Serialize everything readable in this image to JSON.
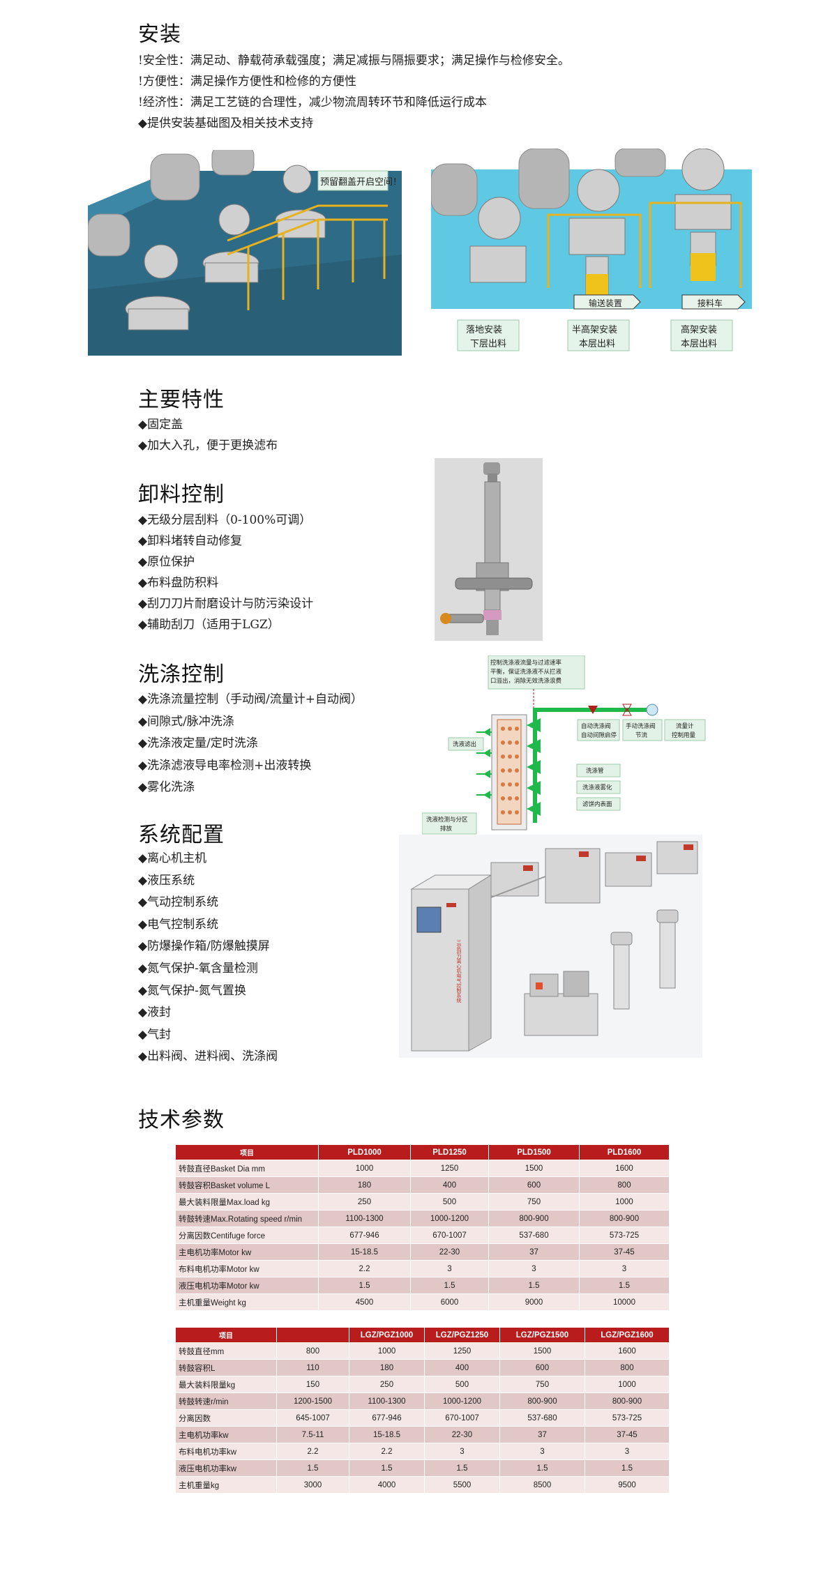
{
  "install": {
    "title": "安装",
    "lines": [
      "!安全性：满足动、静载荷承载强度；满足减振与隔振要求；满足操作与检修安全。",
      "!方便性：满足操作方便性和检修的方便性",
      "!经济性：满足工艺链的合理性，减少物流周转环节和降低运行成本",
      "◆提供安装基础图及相关技术支持"
    ],
    "figure_callout": "预留翻盖开启空间！",
    "figure_tags": {
      "conveyor": "输送装置",
      "cart": "接料车",
      "floor_1": "落地安装",
      "floor_2": "下层出料",
      "half_1": "半高架安装",
      "half_2": "本层出料",
      "high_1": "高架安装",
      "high_2": "本层出料"
    }
  },
  "features": {
    "title": "主要特性",
    "lines": [
      "◆固定盖",
      "◆加大入孔，便于更换滤布"
    ]
  },
  "discharge": {
    "title": "卸料控制",
    "lines": [
      "◆无级分层刮料（0-100%可调）",
      "◆卸料堵转自动修复",
      "◆原位保护",
      "◆布料盘防积料",
      "◆刮刀刀片耐磨设计与防污染设计",
      "◆辅助刮刀（适用于LGZ）"
    ]
  },
  "washing": {
    "title": "洗涤控制",
    "lines": [
      "◆洗涤流量控制（手动阀/流量计+自动阀）",
      "◆间隙式/脉冲洗涤",
      "◆洗涤液定量/定时洗涤",
      "◆洗涤滤液导电率检测+出液转换",
      "◆雾化洗涤"
    ],
    "diagram": {
      "top_note_1": "控制洗涤液流量与过滤速率",
      "top_note_2": "平衡，保证洗涤液不从拦液",
      "top_note_3": "口溢出，消除无效洗涤浪费",
      "auto_valve_1": "自动洗涤阀",
      "auto_valve_2": "自动间隙启停",
      "manual_valve_1": "手动洗涤阀",
      "manual_valve_2": "节流",
      "flowmeter_1": "流量计",
      "flowmeter_2": "控制用量",
      "filtrate": "洗液滤出",
      "pipe": "洗涤管",
      "spray": "洗涤液雾化",
      "cake": "滤饼内表面",
      "detect_1": "洗液检测与分区",
      "detect_2": "排放"
    }
  },
  "system": {
    "title": "系统配置",
    "lines": [
      "◆离心机主机",
      "◆液压系统",
      "◆气动控制系统",
      "◆电气控制系统",
      "◆防爆操作箱/防爆触摸屏",
      "◆氮气保护-氧含量检测",
      "◆氮气保护-氮气置换",
      "◆液封",
      "◆气封",
      "◆出料阀、进料阀、洗涤阀"
    ],
    "cabinet_text": "三足刮刀离心机电气控制系统"
  },
  "params": {
    "title": "技术参数",
    "table1": {
      "headers": [
        "项目",
        "PLD1000",
        "PLD1250",
        "PLD1500",
        "PLD1600"
      ],
      "rows": [
        [
          "转鼓直径Basket Dia mm",
          "1000",
          "1250",
          "1500",
          "1600"
        ],
        [
          "转鼓容积Basket volume L",
          "180",
          "400",
          "600",
          "800"
        ],
        [
          "最大装料限量Max.load kg",
          "250",
          "500",
          "750",
          "1000"
        ],
        [
          "转鼓转速Max.Rotating speed r/min",
          "1100-1300",
          "1000-1200",
          "800-900",
          "800-900"
        ],
        [
          "分离因数Centifuge force",
          "677-946",
          "670-1007",
          "537-680",
          "573-725"
        ],
        [
          "主电机功率Motor kw",
          "15-18.5",
          "22-30",
          "37",
          "37-45"
        ],
        [
          "布料电机功率Motor kw",
          "2.2",
          "3",
          "3",
          "3"
        ],
        [
          "液压电机功率Motor kw",
          "1.5",
          "1.5",
          "1.5",
          "1.5"
        ],
        [
          "主机重量Weight kg",
          "4500",
          "6000",
          "9000",
          "10000"
        ]
      ]
    },
    "table2": {
      "headers": [
        "项目",
        "",
        "LGZ/PGZ1000",
        "LGZ/PGZ1250",
        "LGZ/PGZ1500",
        "LGZ/PGZ1600"
      ],
      "rows": [
        [
          "转鼓直径mm",
          "800",
          "1000",
          "1250",
          "1500",
          "1600"
        ],
        [
          "转鼓容积L",
          "110",
          "180",
          "400",
          "600",
          "800"
        ],
        [
          "最大装料限量kg",
          "150",
          "250",
          "500",
          "750",
          "1000"
        ],
        [
          "转鼓转速r/min",
          "1200-1500",
          "1100-1300",
          "1000-1200",
          "800-900",
          "800-900"
        ],
        [
          "分离因数",
          "645-1007",
          "677-946",
          "670-1007",
          "537-680",
          "573-725"
        ],
        [
          "主电机功率kw",
          "7.5-11",
          "15-18.5",
          "22-30",
          "37",
          "37-45"
        ],
        [
          "布料电机功率kw",
          "2.2",
          "2.2",
          "3",
          "3",
          "3"
        ],
        [
          "液压电机功率kw",
          "1.5",
          "1.5",
          "1.5",
          "1.5",
          "1.5"
        ],
        [
          "主机重量kg",
          "3000",
          "4000",
          "5500",
          "8500",
          "9500"
        ]
      ]
    }
  }
}
